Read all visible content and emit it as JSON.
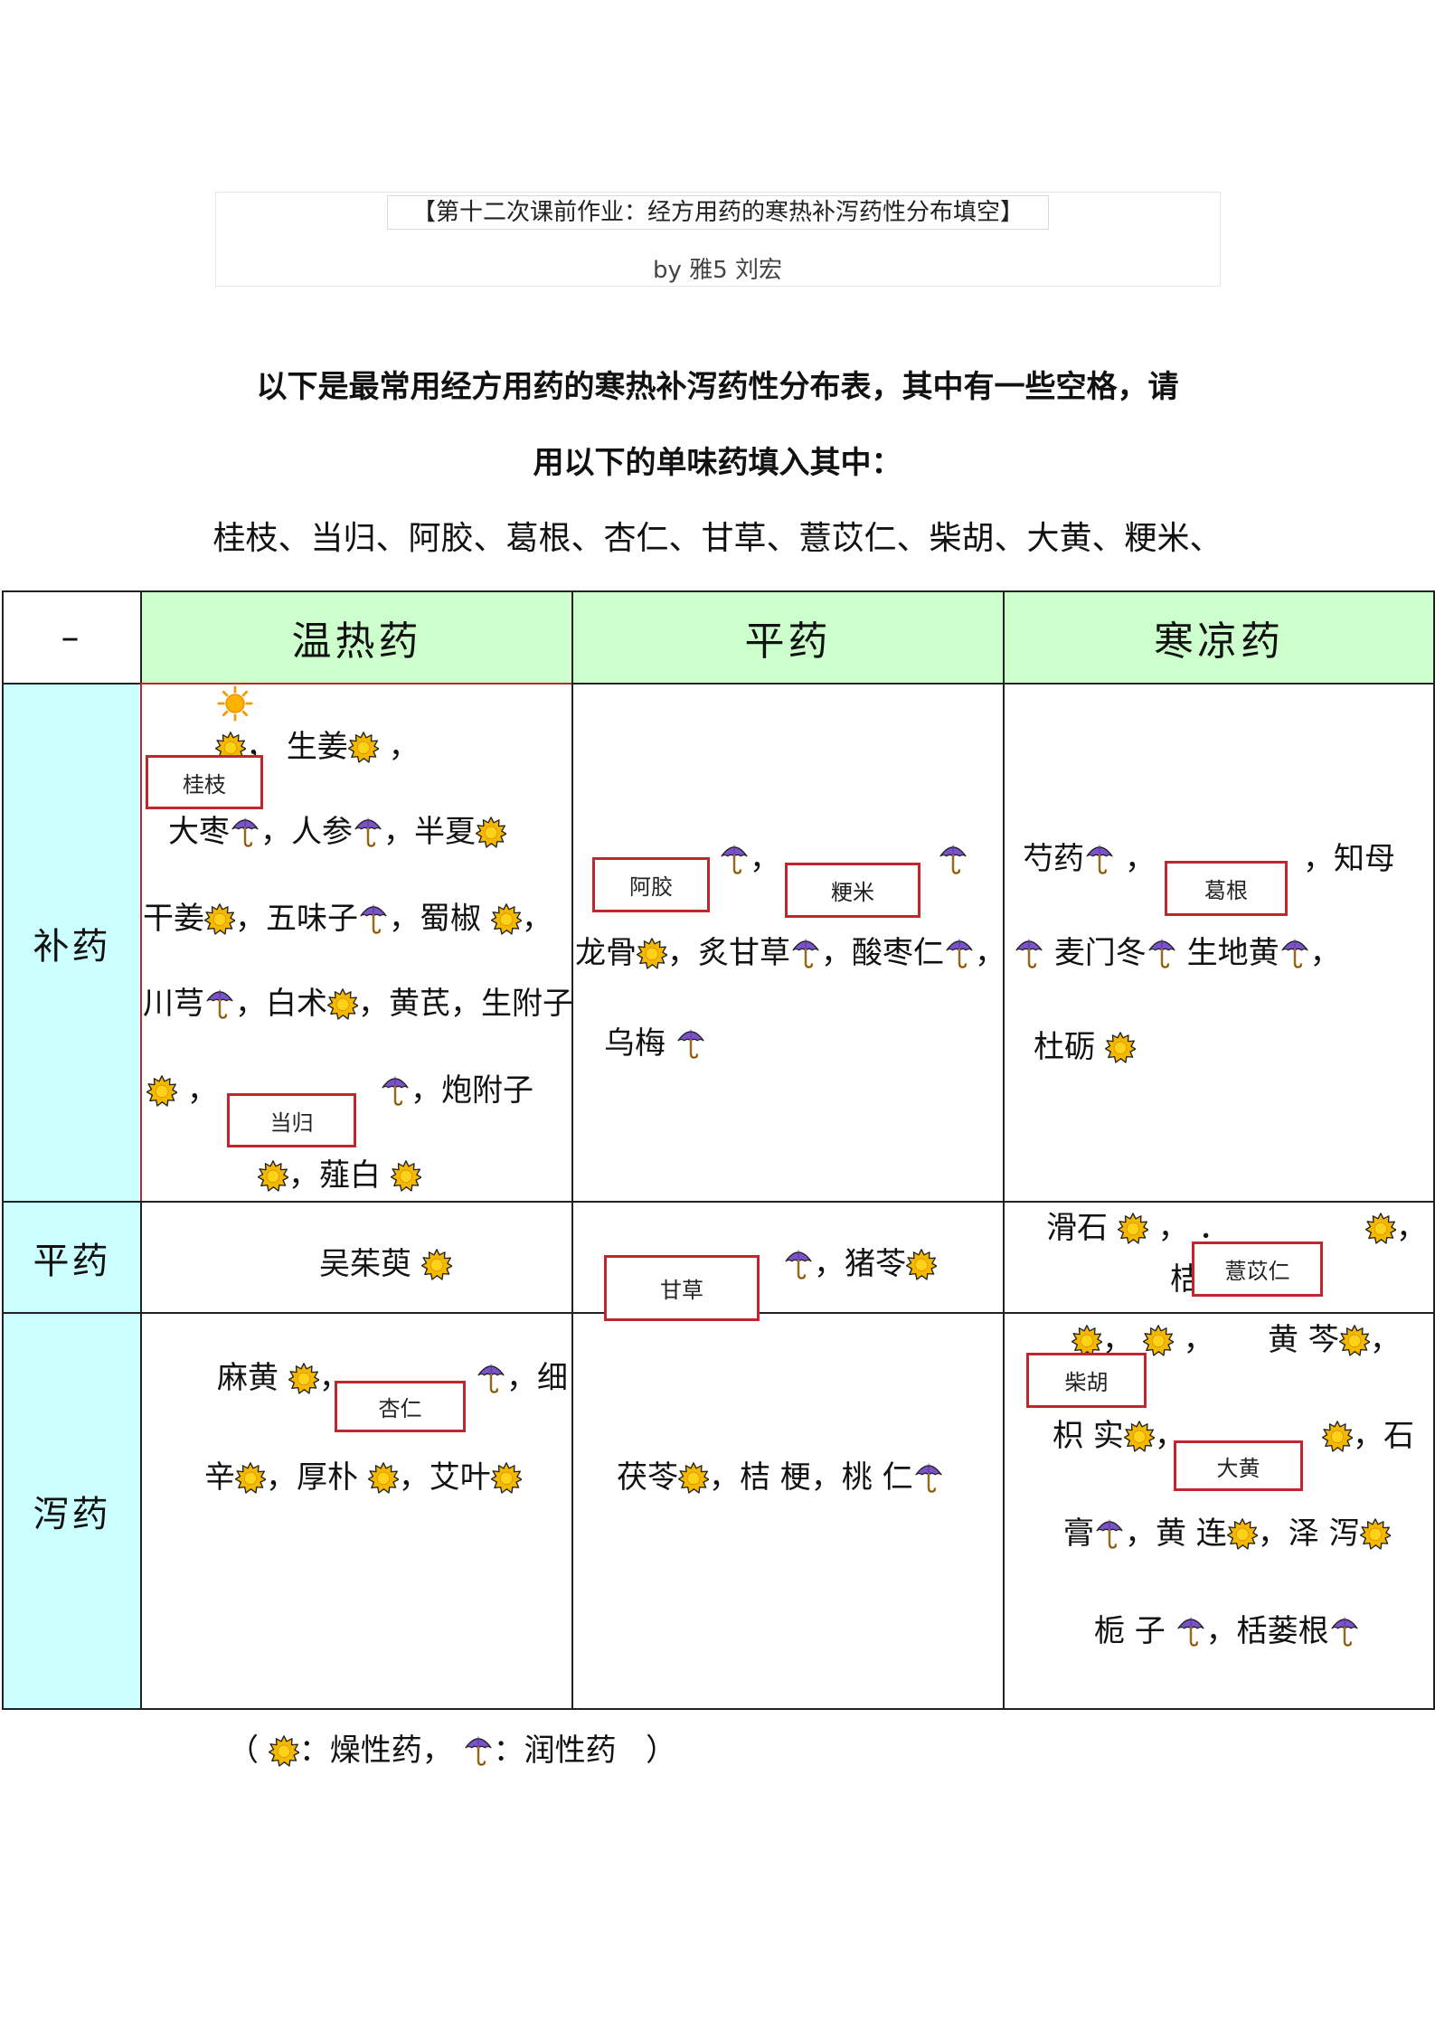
{
  "title": "【第十二次课前作业：经方用药的寒热补泻药性分布填空】",
  "author": "by  雅5  刘宏",
  "intro_line1": "以下是最常用经方用药的寒热补泻药性分布表，其中有一些空格，请",
  "intro_line2": "用以下的单味药填入其中：",
  "herb_list": "桂枝、当归、阿胶、葛根、杏仁、甘草、薏苡仁、柴胡、大黄、粳米、",
  "table": {
    "corner": "–",
    "columns": [
      "温热药",
      "平药",
      "寒凉药"
    ],
    "rows": [
      "补药",
      "平药",
      "泻药"
    ]
  },
  "cells": {
    "bu_warm": {
      "l1_sep": "，",
      "shengjiang": "生姜",
      "l1_end": "，",
      "dazao": "大枣",
      "renshen": "，人参",
      "banxia": "，半夏",
      "ganjiang": "干姜",
      "wuweizi": "，五味子",
      "shujiao": "，蜀椒",
      "l3_end": "，",
      "chuanxiong": "川芎",
      "baizhu": "，白术",
      "huangqi_fuzi": "，黄芪，生附子",
      "l5_sep": "，",
      "paofuzi": "，炮附子",
      "xiebai": "，薤白",
      "ans_guizhi": "桂枝",
      "ans_danggui": "当归"
    },
    "bu_flat": {
      "l1_sep": "，",
      "longgu": "龙骨",
      "zhigancao": "，炙甘草",
      "suanzaoren": "，酸枣仁",
      "l2_end": "，",
      "wumei": "乌梅",
      "ans_ejiao": "阿胶",
      "ans_jingmi": "粳米"
    },
    "bu_cold": {
      "shaoyao": "芍药",
      "l1_sep": "，",
      "l1_sep2": "，知母",
      "maimendong": "麦门冬",
      "shengdihuang": "生地黄",
      "l2_end": "，",
      "muli": "杜砺",
      "ans_gegen": "葛根"
    },
    "ping_warm": {
      "wuzhuyu": "吴茱萸"
    },
    "ping_flat": {
      "zhuling": "，猪苓",
      "ans_gancao": "甘草"
    },
    "ping_cold": {
      "huashi": "滑石",
      "l1_sep": "，",
      "l1_dot": "．",
      "l1_end": "，",
      "l2_frag": "桔",
      "ans_yiyiren": "薏苡仁"
    },
    "xie_warm": {
      "mahuang": "麻黄",
      "l1_sep": "，",
      "xi": "，细",
      "xin": "辛",
      "houpu": "，厚朴",
      "aiye": "，艾叶",
      "ans_xingren": "杏仁"
    },
    "xie_flat": {
      "fuling": "茯苓",
      "jiegeng": "，桔 梗，桃 仁"
    },
    "xie_cold": {
      "l1_sep": "，",
      "l1_sep2": "，",
      "huangqin": "黄 芩",
      "l1_end": "，",
      "zhishi": "枳 实",
      "l2_sep": "，",
      "shi": "，石",
      "gao": "膏",
      "huanglian": "，黄 连",
      "zexie": "，泽 泻",
      "zhizi": "栀 子",
      "gualougen": "，栝蒌根",
      "ans_chaihu": "柴胡",
      "ans_dahuang": "大黄"
    }
  },
  "legend": {
    "open": "（",
    "dry_label": "：燥性药，",
    "moist_label": "：润性药",
    "close": "）"
  },
  "icons": {
    "dry": "sun-burst-icon",
    "moist": "umbrella-icon",
    "sun": "sun-icon"
  },
  "colors": {
    "header_green": "#ccffcc",
    "row_cyan": "#ccffff",
    "answer_border": "#c0262d",
    "umbrella": "#7b52c8",
    "sunburst": "#f5b800"
  }
}
